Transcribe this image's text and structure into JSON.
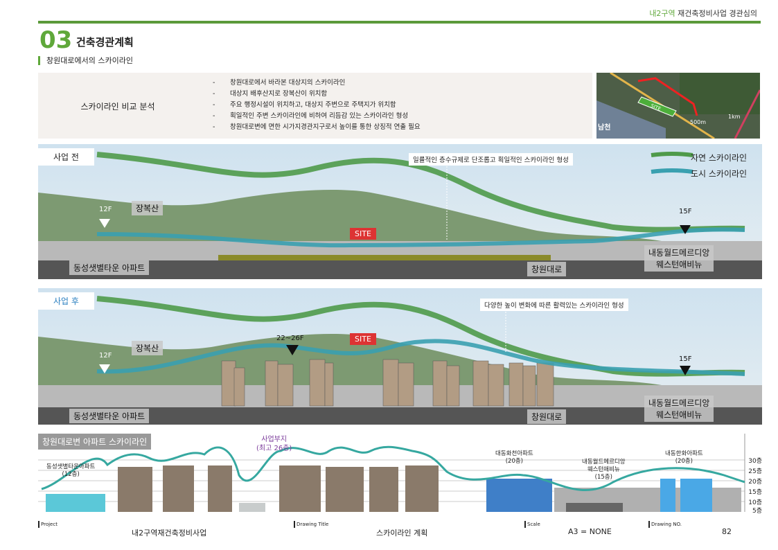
{
  "header": {
    "district": "내2구역",
    "project": "재건축정비사업 경관심의"
  },
  "section": {
    "number": "03",
    "title": "건축경관계획",
    "subtitle": "창원대로에서의 스카이라인"
  },
  "info": {
    "label": "스카이라인 비교 분석",
    "bullets": [
      "창원대로에서 바라본 대상지의 스카이라인",
      "대상지 배후산지로 장복산이 위치함",
      "주요 행정시설이 위치하고, 대상지 주변으로 주택지가 위치함",
      "획일적인 주변 스카이라인에 비하여 리듬감 있는 스카이라인 형성",
      "창원대로변에 면한 시가지경관지구로서 높이를 통한 상징적 연출 필요"
    ],
    "dash": "-"
  },
  "map": {
    "site": "SITE",
    "d500": "500m",
    "d1k": "1km",
    "place": "남천"
  },
  "before": {
    "tag": "사업 전",
    "note": "일률적인 층수규제로 단조롭고 획일적인 스카이라인 형성",
    "mountain": "장복산",
    "site": "SITE",
    "left_floor": "12F",
    "right_floor": "15F",
    "left_apt": "동성샛별타운 아파트",
    "road": "창원대로",
    "right_apt_1": "내동월드메르디앙",
    "right_apt_2": "웨스턴애비뉴"
  },
  "legend": {
    "nature": "자연 스카이라인",
    "city": "도시 스카이라인",
    "nature_color": "#4f9a4a",
    "city_color": "#3aa0b0"
  },
  "after": {
    "tag": "사업 후",
    "note": "다양한 높이 변화에 따른 활력있는 스카이라인 형성",
    "mountain": "장복산",
    "site": "SITE",
    "site_floor": "22~26F",
    "left_floor": "12F",
    "right_floor": "15F",
    "left_apt": "동성샛별타운 아파트",
    "road": "창원대로",
    "right_apt_1": "내동월드메르디앙",
    "right_apt_2": "웨스턴애비뉴"
  },
  "skyline": {
    "title": "창원대로변 아파트 스카이라인",
    "site_label_1": "사업부지",
    "site_label_2": "(최고 26층)",
    "dongseong_1": "동성샛별타운아파트",
    "dongseong_2": "(12층)",
    "daedong_1": "대동화천아파트",
    "daedong_2": "(20층)",
    "naedong_1": "내동월드메르디앙",
    "naedong_2": "웨스턴애비뉴",
    "naedong_3": "(15층)",
    "hanhwa_1": "내동한화아파트",
    "hanhwa_2": "(20층)",
    "axis": [
      "30층",
      "25층",
      "20층",
      "15층",
      "10층",
      "5층"
    ]
  },
  "footer": {
    "project_label": "Project",
    "project": "내2구역재건축정비사업",
    "title_label": "Drawing Title",
    "title": "스카이라인 계획",
    "scale_label": "Scale",
    "scale": "A3 = NONE",
    "no_label": "Drawing NO.",
    "no": "82"
  }
}
